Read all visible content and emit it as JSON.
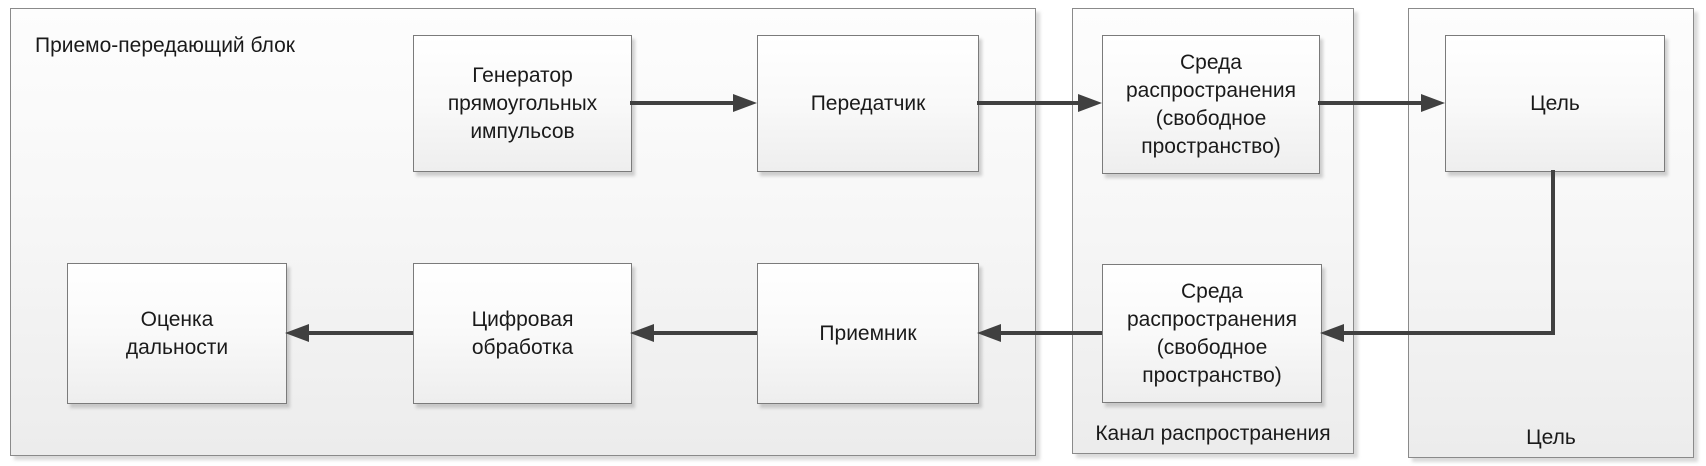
{
  "diagram": {
    "title": "",
    "containers": [
      {
        "id": "transceiver",
        "label": "Приемо-передающий блок",
        "label_position": "top-left"
      },
      {
        "id": "channel",
        "label": "Канал распространения",
        "label_position": "bottom-center"
      },
      {
        "id": "target",
        "label": "Цель",
        "label_position": "bottom-center"
      }
    ],
    "blocks": [
      {
        "id": "pulse_generator",
        "label": "Генератор\nпрямоугольных\nимпульсов",
        "container": "transceiver"
      },
      {
        "id": "transmitter",
        "label": "Передатчик",
        "container": "transceiver"
      },
      {
        "id": "medium_forward",
        "label": "Среда\nраспространения\n(свободное\nпространство)",
        "container": "channel"
      },
      {
        "id": "target_block",
        "label": "Цель",
        "container": "target"
      },
      {
        "id": "range_estimation",
        "label": "Оценка\nдальности",
        "container": "transceiver"
      },
      {
        "id": "digital_processing",
        "label": "Цифровая\nобработка",
        "container": "transceiver"
      },
      {
        "id": "receiver",
        "label": "Приемник",
        "container": "transceiver"
      },
      {
        "id": "medium_return",
        "label": "Среда\nраспространения\n(свободное\nпространство)",
        "container": "channel"
      }
    ],
    "connections": [
      {
        "from": "pulse_generator",
        "to": "transmitter"
      },
      {
        "from": "transmitter",
        "to": "medium_forward"
      },
      {
        "from": "medium_forward",
        "to": "target_block"
      },
      {
        "from": "target_block",
        "to": "medium_return"
      },
      {
        "from": "medium_return",
        "to": "receiver"
      },
      {
        "from": "receiver",
        "to": "digital_processing"
      },
      {
        "from": "digital_processing",
        "to": "range_estimation"
      }
    ],
    "colors": {
      "arrow": "#404040",
      "box_border": "#7b7b7b",
      "container_border": "#8a8a8a",
      "fill_top": "#ffffff",
      "fill_bottom": "#ececec",
      "text": "#1a1a1a"
    }
  }
}
